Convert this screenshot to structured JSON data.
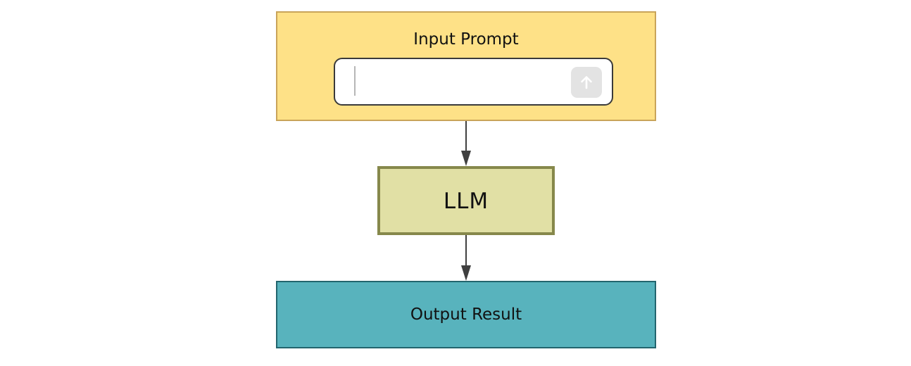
{
  "diagram": {
    "input": {
      "title": "Input Prompt",
      "prompt_value": ""
    },
    "llm": {
      "label": "LLM"
    },
    "output": {
      "label": "Output Result"
    },
    "icons": {
      "send": "arrow-up-icon"
    },
    "colors": {
      "input_fill": "#fee187",
      "input_border": "#c9a45a",
      "llm_fill": "#e1e0a5",
      "llm_border": "#86884b",
      "output_fill": "#58b3bd",
      "output_border": "#23656e",
      "connector": "#3f3f3f"
    },
    "edges": [
      {
        "from": "input-node",
        "to": "llm-node"
      },
      {
        "from": "llm-node",
        "to": "output-node"
      }
    ]
  }
}
